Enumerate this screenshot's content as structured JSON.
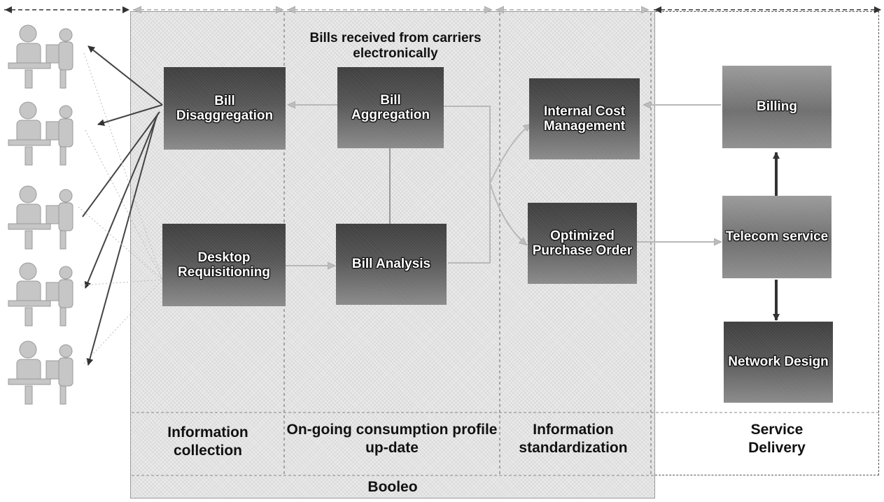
{
  "top_caption": "Bills received from carriers electronically",
  "boxes": {
    "bill_disaggregation": "Bill Disaggregation",
    "bill_aggregation": "Bill Aggregation",
    "internal_cost_management": "Internal Cost Management",
    "billing": "Billing",
    "desktop_requisitioning": "Desktop Requisitioning",
    "bill_analysis": "Bill Analysis",
    "optimized_purchase_order": "Optimized Purchase Order",
    "telecom_service": "Telecom service",
    "network_design": "Network Design"
  },
  "phases": {
    "information_collection": "Information collection",
    "ongoing_consumption": "On-going consumption profile up-date",
    "information_standardization": "Information standardization",
    "service_delivery": "Service Delivery"
  },
  "platform_label": "Booleo",
  "icons": [
    "user-at-desk-icon"
  ]
}
